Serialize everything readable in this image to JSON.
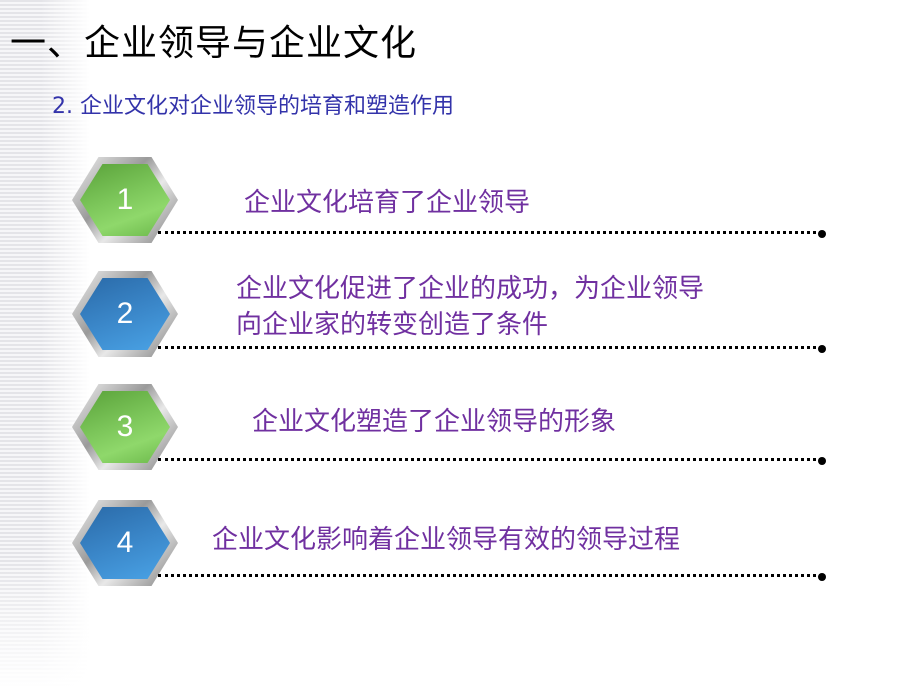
{
  "slide": {
    "title": "一、企业领导与企业文化",
    "subtitle": "2. 企业文化对企业领导的培育和塑造作用",
    "items": [
      {
        "number": "1",
        "color": "green",
        "text": "企业文化培育了企业领导"
      },
      {
        "number": "2",
        "color": "blue",
        "text_line1": "企业文化促进了企业的成功，为企业领导",
        "text_line2": "向企业家的转变创造了条件"
      },
      {
        "number": "3",
        "color": "green",
        "text": "企业文化塑造了企业领导的形象"
      },
      {
        "number": "4",
        "color": "blue",
        "text": "企业文化影响着企业领导有效的领导过程"
      }
    ],
    "colors": {
      "title": "#000000",
      "subtitle": "#3333aa",
      "item_text": "#7030a0",
      "green": "#7cc65a",
      "blue": "#3a86c8"
    }
  }
}
